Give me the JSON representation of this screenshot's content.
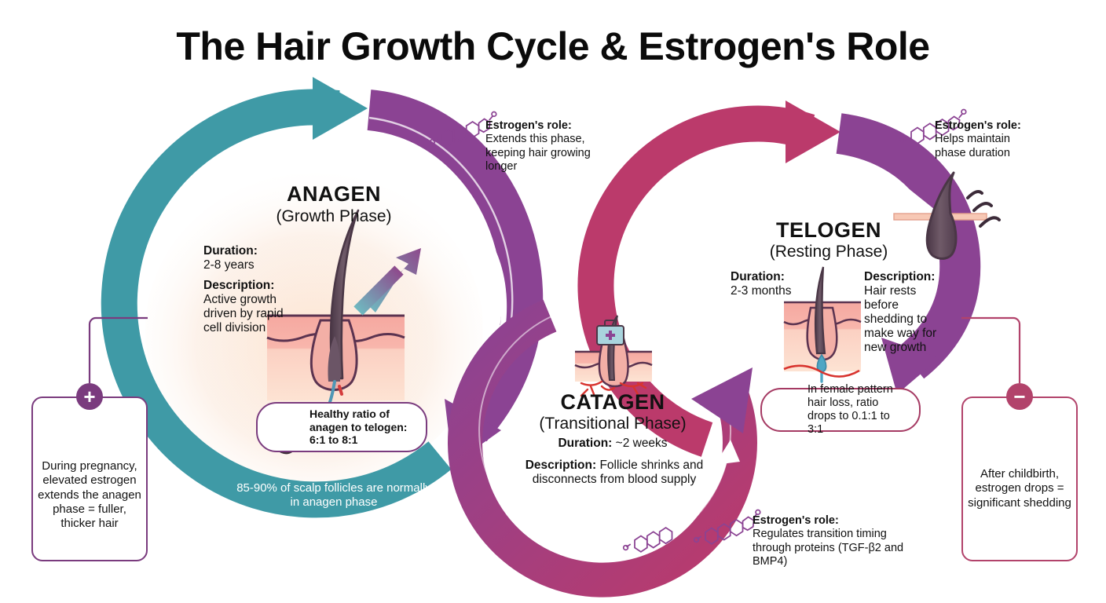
{
  "title": "The Hair Growth Cycle & Estrogen's Role",
  "colors": {
    "teal": "#3f9aa6",
    "purple": "#8b4393",
    "crimson": "#bb3a6b",
    "magenta": "#c0396a",
    "skin": "#f6c9bd",
    "card_border_plus": "#7a3b7e",
    "card_border_minus": "#b2436b"
  },
  "phases": {
    "anagen": {
      "name": "ANAGEN",
      "subtitle": "(Growth Phase)",
      "duration_label": "Duration:",
      "duration_value": "2-8 years",
      "description_label": "Description:",
      "description_value": "Active growth driven by rapid cell division",
      "footer_note": "85-90% of scalp follicles are normally in anagen phase",
      "ratio_pill": "Healthy ratio of anagen to telogen: 6:1 to 8:1"
    },
    "catagen": {
      "name": "CATAGEN",
      "subtitle": "(Transitional Phase)",
      "duration_label": "Duration:",
      "duration_value": "~2 weeks",
      "description_label": "Description:",
      "description_value": "Follicle shrinks and disconnects from blood supply"
    },
    "telogen": {
      "name": "TELOGEN",
      "subtitle": "(Resting Phase)",
      "duration_label": "Duration:",
      "duration_value": "2-3 months",
      "description_label": "Description:",
      "description_value": "Hair rests before shedding to make way for new growth",
      "ratio_pill": "In female pattern hair loss, ratio drops to 0.1:1 to 3:1"
    }
  },
  "estrogen_roles": {
    "anagen": {
      "heading": "Estrogen's role:",
      "body": "Extends this phase, keeping hair growing longer"
    },
    "catagen": {
      "heading": "Estrogen's role:",
      "body": "Regulates transition timing through proteins (TGF-β2 and BMP4)"
    },
    "telogen": {
      "heading": "Estrogen's role:",
      "body": "Helps maintain phase duration"
    }
  },
  "cards": {
    "pregnancy": {
      "badge": "+",
      "text": "During pregnancy, elevated estrogen extends the anagen phase = fuller, thicker hair",
      "icon": "pregnant-woman-icon"
    },
    "postpartum": {
      "badge": "−",
      "text": "After childbirth, estrogen drops = significant shedding",
      "icon": "mother-with-baby-icon"
    }
  },
  "icons": {
    "estrogen_molecule": "estrogen-molecule-icon",
    "follicle_anagen": "anagen-follicle-icon",
    "follicle_catagen": "catagen-follicle-icon",
    "follicle_telogen": "telogen-follicle-icon",
    "shedding_hair": "shedding-hair-icon",
    "medical_kit": "medical-kit-icon",
    "ratio_follicle": "ratio-follicle-icon"
  }
}
